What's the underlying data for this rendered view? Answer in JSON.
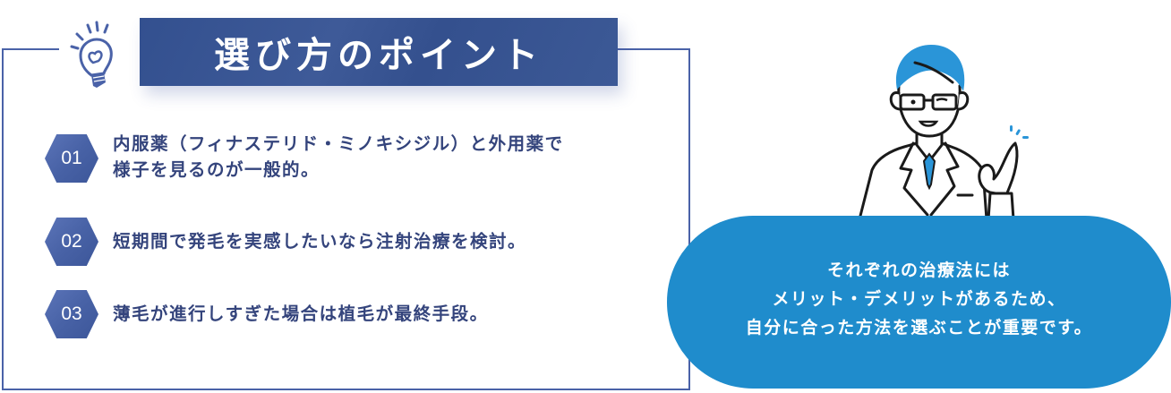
{
  "header": {
    "title": "選び方のポイント",
    "icon": "lightbulb-heart-icon"
  },
  "points": [
    {
      "number": "01",
      "lines": [
        "内服薬（フィナステリド・ミノキシジル）と外用薬で",
        "様子を見るのが一般的。"
      ]
    },
    {
      "number": "02",
      "lines": [
        "短期間で発毛を実感したいなら注射治療を検討。"
      ]
    },
    {
      "number": "03",
      "lines": [
        "薄毛が進行しすぎた場合は植毛が最終手段。"
      ]
    }
  ],
  "illustration": {
    "icon": "doctor-ok-sign-illustration"
  },
  "bubble": {
    "lines": [
      "それぞれの治療法には",
      "メリット・デメリットがあるため、",
      "自分に合った方法を選ぶことが重要です。"
    ]
  },
  "colors": {
    "navy": "#3a5595",
    "frame": "#4a62a8",
    "text": "#34447c",
    "bubble": "#1f8ccc",
    "hair": "#2a95d8"
  }
}
